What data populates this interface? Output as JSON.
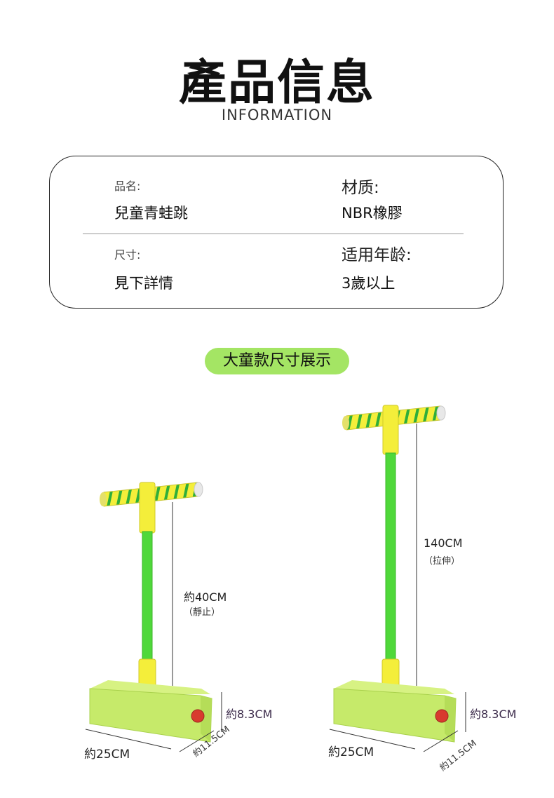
{
  "header": {
    "title": "產品信息",
    "subtitle": "INFORMATION"
  },
  "info": {
    "name_label": "品名:",
    "name_value": "兒童青蛙跳",
    "material_label": "材质:",
    "material_value": "NBR橡膠",
    "size_label": "尺寸:",
    "size_value": "見下詳情",
    "age_label": "适用年龄:",
    "age_value": "3歲以上"
  },
  "section_badge": "大童款尺寸展示",
  "left_product": {
    "height_label": "約40CM",
    "height_note": "（靜止）",
    "base_height": "約8.3CM",
    "base_length": "約25CM",
    "base_width": "約11.5CM"
  },
  "right_product": {
    "height_label": "140CM",
    "height_note": "（拉伸）",
    "base_height": "約8.3CM",
    "base_length": "約25CM",
    "base_width": "約11.5CM"
  },
  "colors": {
    "foam_green": "#c6ea6a",
    "handle_yellow": "#f4ee3a",
    "tube_green": "#4fd83a",
    "badge_green": "#a4e564",
    "button_red": "#d83a2e"
  }
}
